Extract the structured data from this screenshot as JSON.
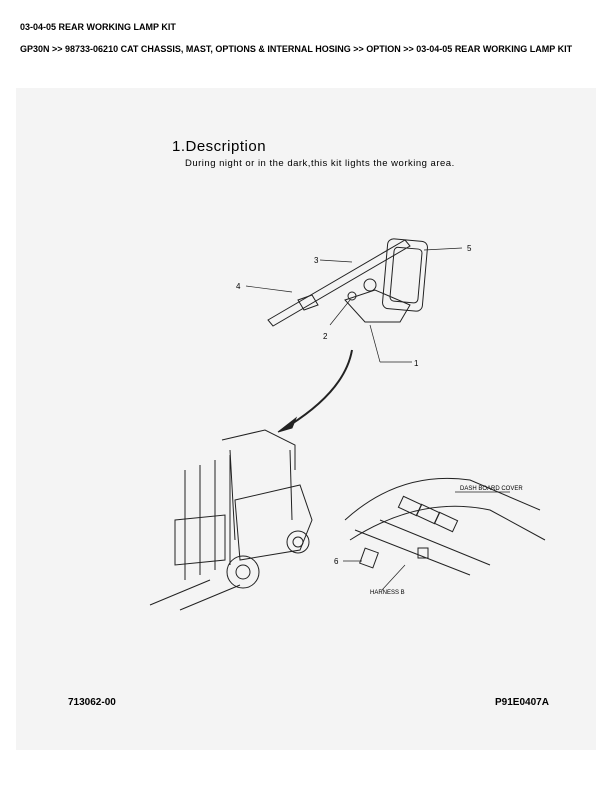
{
  "header": {
    "title": "03-04-05 REAR WORKING LAMP KIT",
    "breadcrumb": "GP30N >> 98733-06210 CAT CHASSIS, MAST, OPTIONS & INTERNAL HOSING >> OPTION >> 03-04-05 REAR WORKING LAMP KIT"
  },
  "diagram": {
    "description_title": "1.Description",
    "description_text": "During night or in the dark,this kit lights the working area.",
    "callouts": [
      "1",
      "2",
      "3",
      "4",
      "5",
      "6"
    ],
    "dash_label": "DASH BOARD COVER",
    "harness_label": "HARNESS B",
    "drawing_number": "713062-00",
    "page_code": "P91E0407A"
  }
}
